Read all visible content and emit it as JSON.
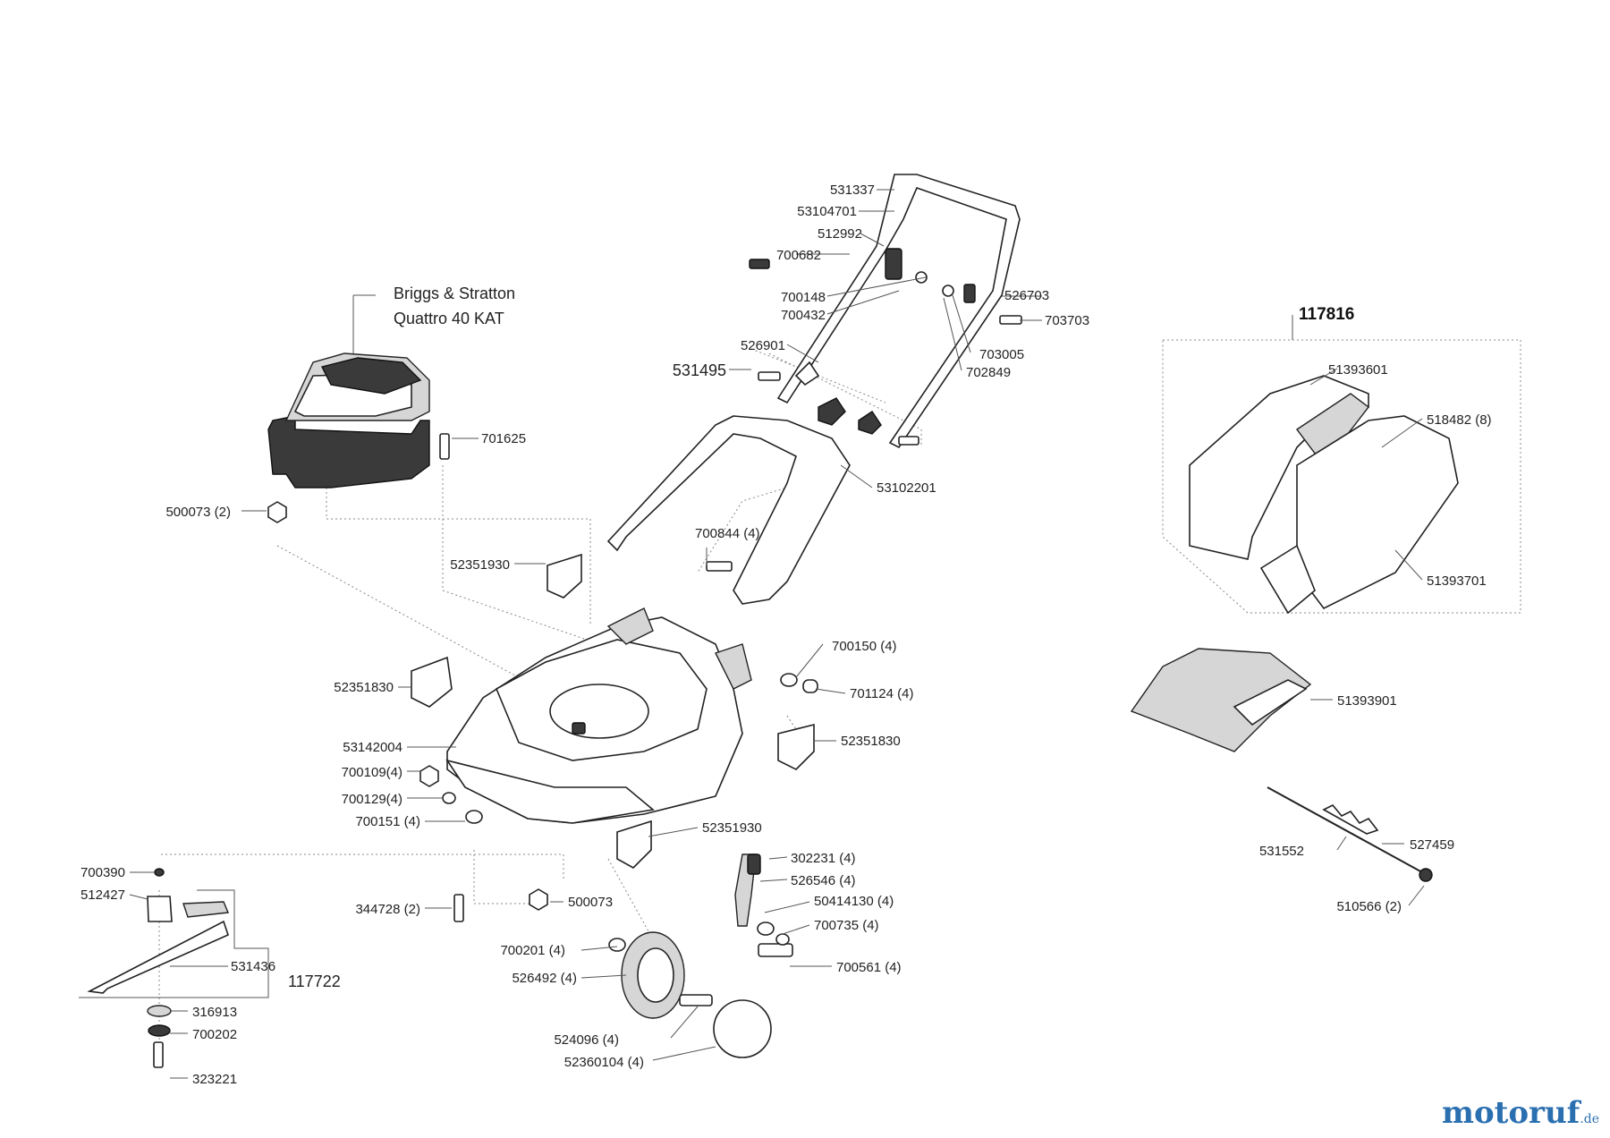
{
  "labels": {
    "engine_line1": "Briggs & Stratton",
    "engine_line2": "Quattro 40 KAT",
    "p531337": "531337",
    "p53104701": "53104701",
    "p512992": "512992",
    "p700682": "700682",
    "p700148": "700148",
    "p700432": "700432",
    "p526703": "526703",
    "p703703": "703703",
    "p703005": "703005",
    "p702849": "702849",
    "p526901": "526901",
    "p531495": "531495",
    "p701625": "701625",
    "p500073_2": "500073 (2)",
    "p53102201": "53102201",
    "p700844_4": "700844 (4)",
    "p52351930_a": "52351930",
    "p52351830_a": "52351830",
    "p700150_4": "700150 (4)",
    "p701124_4": "701124 (4)",
    "p53142004": "53142004",
    "p52351830_b": "52351830",
    "p700109_4": "700109(4)",
    "p700129_4": "700129(4)",
    "p700151_4": "700151 (4)",
    "p52351930_b": "52351930",
    "p700390": "700390",
    "p512427": "512427",
    "p302231_4": "302231 (4)",
    "p526546_4": "526546 (4)",
    "p344728_2": "344728 (2)",
    "p500073": "500073",
    "p50414130_4": "50414130 (4)",
    "p700735_4": "700735 (4)",
    "p531436": "531436",
    "p117722": "117722",
    "p700201_4": "700201 (4)",
    "p700561_4": "700561 (4)",
    "p316913": "316913",
    "p526492_4": "526492 (4)",
    "p700202": "700202",
    "p524096_4": "524096 (4)",
    "p52360104_4": "52360104 (4)",
    "p323221": "323221",
    "p117816": "117816",
    "p51393601": "51393601",
    "p518482_8": "518482 (8)",
    "p51393701": "51393701",
    "p51393901": "51393901",
    "p531552": "531552",
    "p527459": "527459",
    "p510566_2": "510566 (2)"
  },
  "logo": {
    "main": "motoruf",
    "sub": ".de"
  },
  "colors": {
    "logo": "#2a6fb0",
    "line": "#222222"
  }
}
